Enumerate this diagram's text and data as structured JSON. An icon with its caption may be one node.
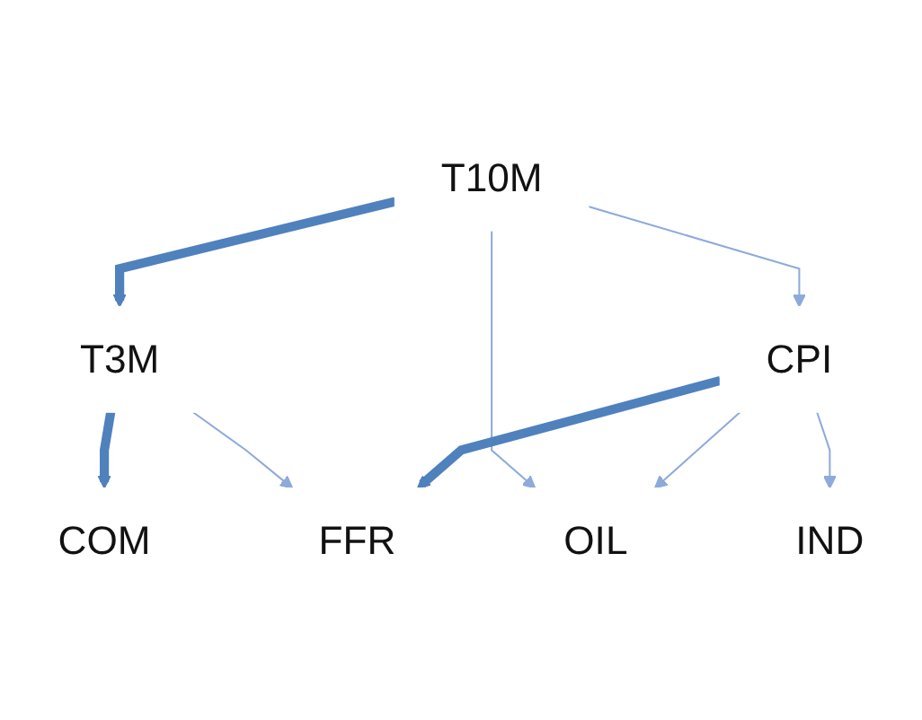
{
  "diagram": {
    "nodes": [
      {
        "text": [
          "T3M"
        ]
      },
      {
        "text": [
          "T10M"
        ]
      },
      {
        "text": [
          "OIL"
        ]
      },
      {
        "text": [
          "COM"
        ]
      },
      {
        "text": [
          "CPI"
        ]
      },
      {
        "text": [
          "IND"
        ]
      },
      {
        "text": [
          "FFR"
        ]
      }
    ],
    "edges": [
      {
        "from": 1,
        "to": 0,
        "arrow": "to",
        "style": "thick",
        "color": "#4f81bd"
      },
      {
        "from": 0,
        "to": 3,
        "arrow": "to",
        "style": "thick",
        "color": "#4f81bd"
      },
      {
        "from": 0,
        "to": 6,
        "arrow": "to"
      },
      {
        "from": 1,
        "to": 2,
        "arrow": "to"
      },
      {
        "from": 1,
        "to": 4,
        "arrow": "to"
      },
      {
        "from": 4,
        "to": 2,
        "arrow": "to"
      },
      {
        "from": 4,
        "to": 5,
        "arrow": "to"
      },
      {
        "from": 4,
        "to": 6,
        "arrow": "to",
        "style": "thick",
        "color": "#4f81bd"
      }
    ]
  }
}
